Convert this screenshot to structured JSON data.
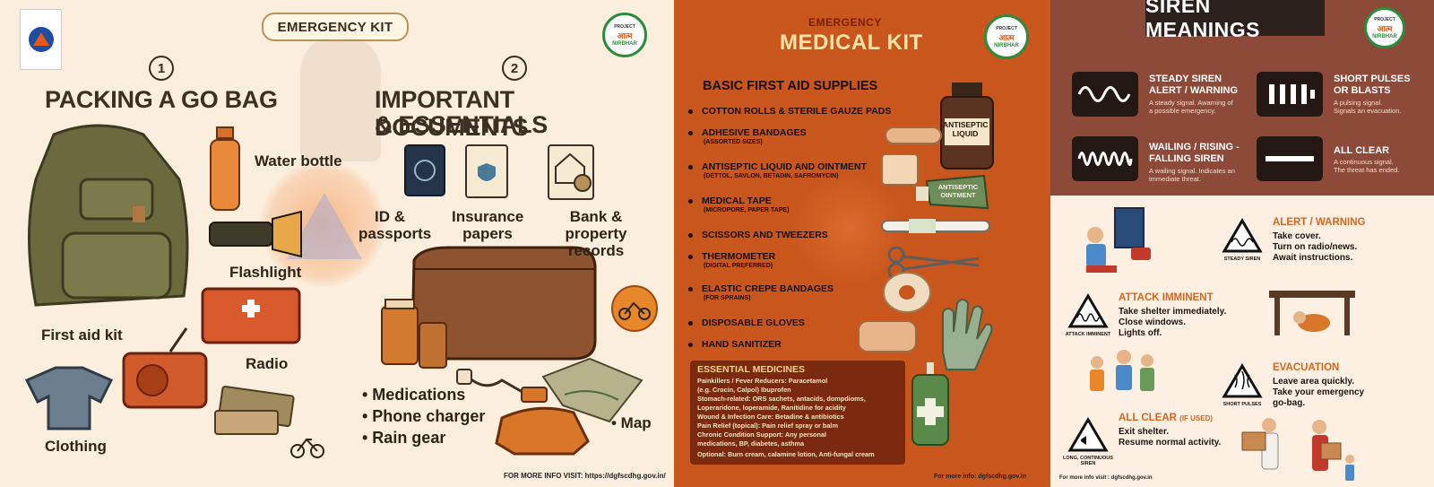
{
  "panel1": {
    "banner": "EMERGENCY KIT",
    "emblem": {
      "line1": "PROJECT",
      "line2": "आत्म",
      "line3": "NIRBHAR"
    },
    "section1": {
      "number": "1",
      "title": "PACKING A GO BAG"
    },
    "section2": {
      "number": "2",
      "title_line1": "IMPORTANT DOCUMENTS",
      "title_line2": "& ESSENTIALS"
    },
    "labels": {
      "water": "Water bottle",
      "flashlight": "Flashlight",
      "first_aid": "First aid kit",
      "radio": "Radio",
      "clothing": "Clothing",
      "id": "ID & passports",
      "insurance": "Insurance papers",
      "bank": "Bank & property records",
      "map": "• Map"
    },
    "bullets": [
      "• Medications",
      "• Phone charger",
      "• Rain gear"
    ],
    "footer": "FOR MORE INFO VISIT: https://dgfscdhg.gov.in/"
  },
  "panel2": {
    "subtitle": "EMERGENCY",
    "title": "MEDICAL KIT",
    "basic_title": "BASIC FIRST AID SUPPLIES",
    "items": [
      {
        "name": "COTTON ROLLS & STERILE GAUZE PADS",
        "sub": ""
      },
      {
        "name": "ADHESIVE BANDAGES",
        "sub": "(ASSORTED SIZES)"
      },
      {
        "name": "ANTISEPTIC LIQUID AND OINTMENT",
        "sub": "(DETTOL, SAVLON, BETADIN, SAFROMYCIN)"
      },
      {
        "name": "MEDICAL TAPE",
        "sub": "(MICROPORE, PAPER TAPE)"
      },
      {
        "name": "SCISSORS AND TWEEZERS",
        "sub": ""
      },
      {
        "name": "THERMOMETER",
        "sub": "(DIGITAL PREFERRED)"
      },
      {
        "name": "ELASTIC CREPE BANDAGES",
        "sub": "(FOR SPRAINS)"
      },
      {
        "name": "DISPOSABLE GLOVES",
        "sub": ""
      },
      {
        "name": "HAND SANITIZER",
        "sub": ""
      }
    ],
    "bottle_label": "ANTISEPTIC LIQUID",
    "tube_label": "ANTISEPTIC OINTMENT",
    "essential_title": "ESSENTIAL MEDICINES",
    "essential_lines": [
      "Painkillers / Fever Reducers: Paracetamol",
      "(e.g. Crocin, Calpol) Ibuprofen",
      "Stomach-related: ORS sachets, antacids, dompdioms,",
      "Loperaridone, loperamide, Ranitidine for acidity",
      "Wound & Infection Care: Betadine & antibiotics",
      "Pain Relief (topical): Pain relief spray or balm",
      "Chronic Condition Support: Any personal",
      "medications, BP, diabetes, asthma",
      "Optional: Burn cream, calamine lotion, Anti-fungal cream"
    ],
    "footer": "For more info: dgfscdhg.gov.in"
  },
  "panel3": {
    "title": "SIREN MEANINGS",
    "sirens": [
      {
        "title_line1": "STEADY SIREN",
        "title_line2": "ALERT / WARNING",
        "desc_line1": "A steady signal. Awarning of",
        "desc_line2": "a possible emergency."
      },
      {
        "title_line1": "SHORT PULSES",
        "title_line2": "OR BLASTS",
        "desc_line1": "A pulsing signal.",
        "desc_line2": "Signals an evacuation."
      },
      {
        "title_line1": "WAILING / RISING -",
        "title_line2": "FALLING SIREN",
        "desc_line1": "A wailing signal. Indicates an",
        "desc_line2": "immediate threat."
      },
      {
        "title_line1": "ALL CLEAR",
        "title_line2": "",
        "desc_line1": "A continuous signal.",
        "desc_line2": "The threat has ended."
      }
    ],
    "actions": [
      {
        "heading": "ALERT / WARNING",
        "lines": [
          "Take cover.",
          "Turn on radio/news.",
          "Await instructions."
        ],
        "caption": "STEADY SIREN"
      },
      {
        "heading": "ATTACK IMMINENT",
        "lines": [
          "Take shelter immediately.",
          "Close windows.",
          "Lights off."
        ],
        "caption": "ATTACK IMMINENT"
      },
      {
        "heading": "EVACUATION",
        "lines": [
          "Leave area quickly.",
          "Take your emergency",
          "go-bag."
        ],
        "caption": "SHORT PULSES"
      },
      {
        "heading": "ALL CLEAR",
        "heading_suffix": "(IF USED)",
        "lines": [
          "Exit shelter.",
          "Resume normal activity."
        ],
        "caption": "LONG, CONTINUOUS SIREN"
      }
    ],
    "footer": "For more info visit : dgfscdhg.gov.in"
  }
}
